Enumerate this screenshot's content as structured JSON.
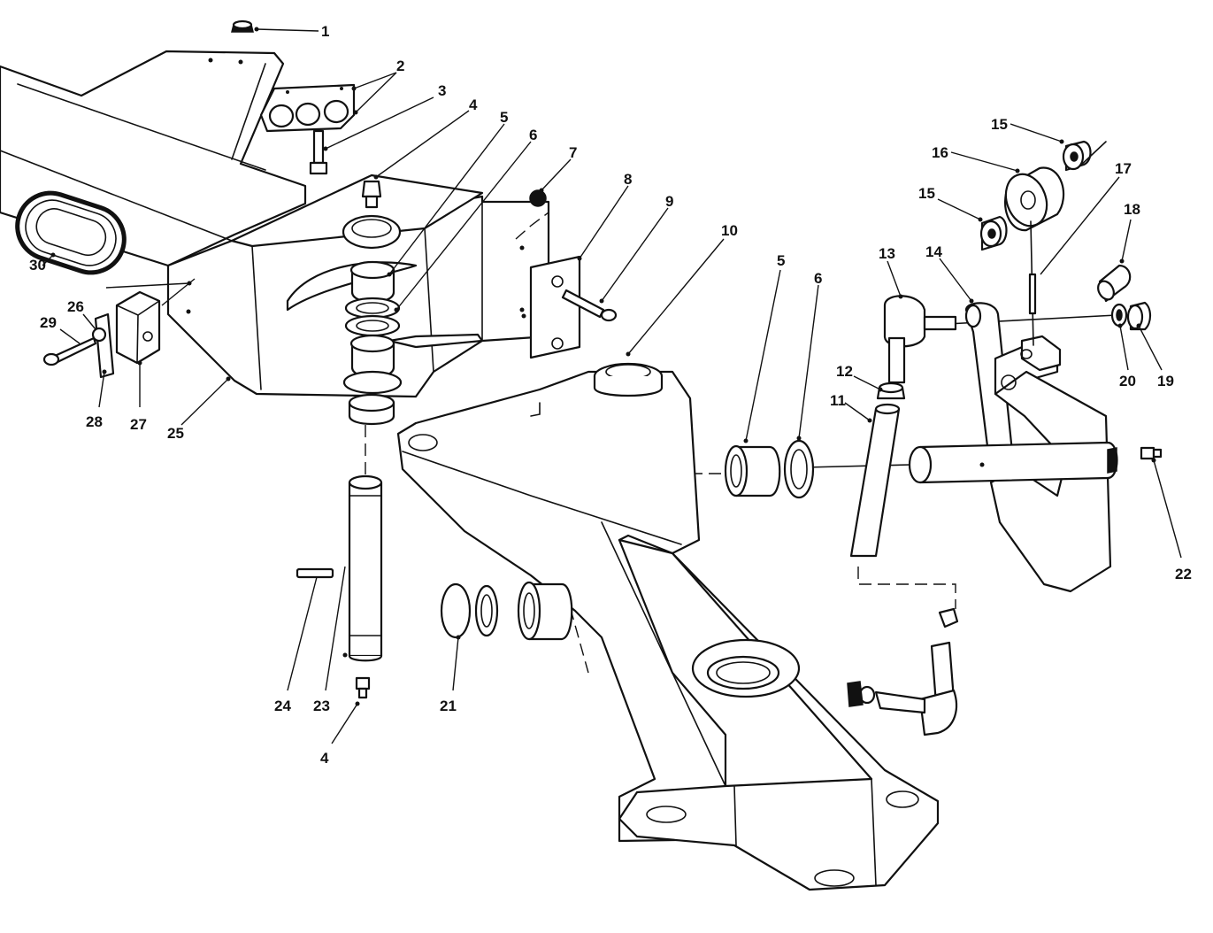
{
  "callouts": [
    {
      "id": "c1",
      "text": "1"
    },
    {
      "id": "c2",
      "text": "2"
    },
    {
      "id": "c3",
      "text": "3"
    },
    {
      "id": "c4a",
      "text": "4"
    },
    {
      "id": "c5a",
      "text": "5"
    },
    {
      "id": "c6a",
      "text": "6"
    },
    {
      "id": "c7",
      "text": "7"
    },
    {
      "id": "c8",
      "text": "8"
    },
    {
      "id": "c9",
      "text": "9"
    },
    {
      "id": "c10",
      "text": "10"
    },
    {
      "id": "c5b",
      "text": "5"
    },
    {
      "id": "c6b",
      "text": "6"
    },
    {
      "id": "c11",
      "text": "11"
    },
    {
      "id": "c12",
      "text": "12"
    },
    {
      "id": "c13",
      "text": "13"
    },
    {
      "id": "c14",
      "text": "14"
    },
    {
      "id": "c15a",
      "text": "15"
    },
    {
      "id": "c16",
      "text": "16"
    },
    {
      "id": "c15b",
      "text": "15"
    },
    {
      "id": "c17",
      "text": "17"
    },
    {
      "id": "c18",
      "text": "18"
    },
    {
      "id": "c19",
      "text": "19"
    },
    {
      "id": "c20",
      "text": "20"
    },
    {
      "id": "c21",
      "text": "21"
    },
    {
      "id": "c22",
      "text": "22"
    },
    {
      "id": "c23",
      "text": "23"
    },
    {
      "id": "c24",
      "text": "24"
    },
    {
      "id": "c4b",
      "text": "4"
    },
    {
      "id": "c25",
      "text": "25"
    },
    {
      "id": "c26",
      "text": "26"
    },
    {
      "id": "c27",
      "text": "27"
    },
    {
      "id": "c28",
      "text": "28"
    },
    {
      "id": "c29",
      "text": "29"
    },
    {
      "id": "c30",
      "text": "30"
    }
  ],
  "colors": {
    "ink": "#111111",
    "paper": "#ffffff"
  }
}
